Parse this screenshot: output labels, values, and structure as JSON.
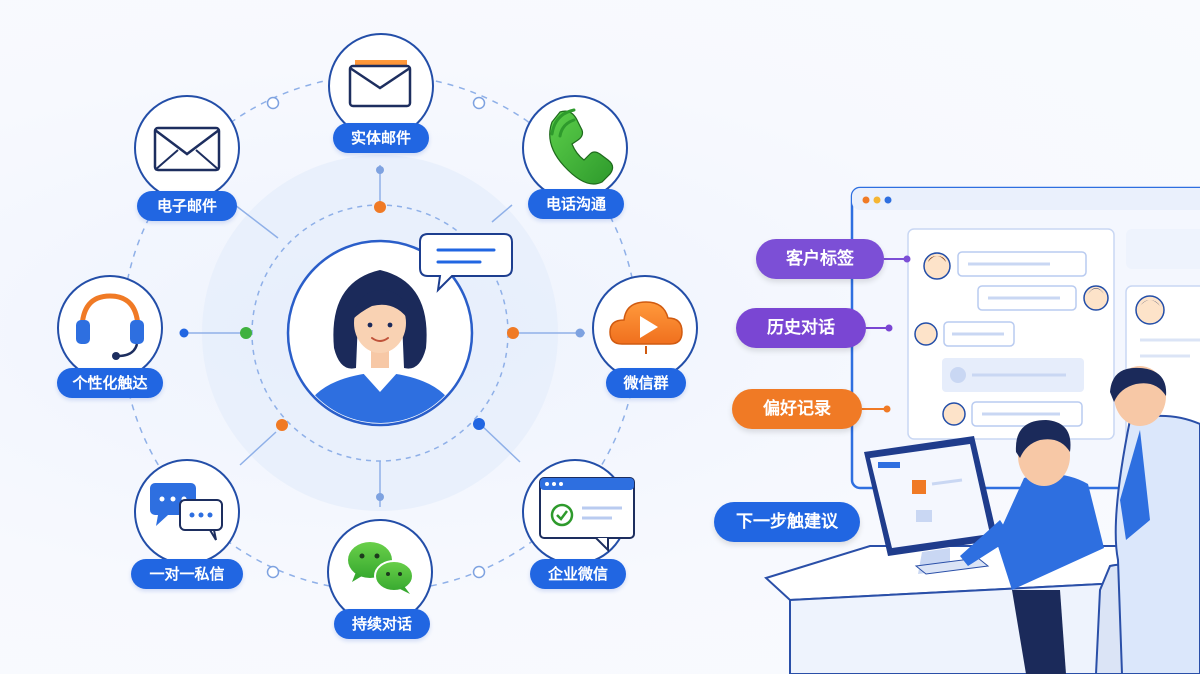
{
  "channels": [
    {
      "id": "physical-mail",
      "label": "实体邮件",
      "icon": "physical-mail-envelope-icon"
    },
    {
      "id": "phone",
      "label": "电话沟通",
      "icon": "phone-icon"
    },
    {
      "id": "wechat-group",
      "label": "微信群",
      "icon": "video-play-cloud-icon"
    },
    {
      "id": "wecom",
      "label": "企业微信",
      "icon": "enterprise-chat-window-icon"
    },
    {
      "id": "ongoing-chat",
      "label": "持续对话",
      "icon": "wechat-bubbles-icon"
    },
    {
      "id": "private-message",
      "label": "一对一私信",
      "icon": "chat-bubbles-icon"
    },
    {
      "id": "personalized-reach",
      "label": "个性化触达",
      "icon": "headset-icon"
    },
    {
      "id": "email",
      "label": "电子邮件",
      "icon": "email-envelope-icon"
    }
  ],
  "center": {
    "icon": "customer-avatar-icon",
    "bubble_icon": "speech-bubble-icon"
  },
  "workspace_tags": [
    {
      "id": "customer-tags",
      "label": "客户标签"
    },
    {
      "id": "chat-history",
      "label": "历史对话"
    },
    {
      "id": "preference-records",
      "label": "偏好记录"
    },
    {
      "id": "next-touchpoint",
      "label": "下一步触建议"
    }
  ],
  "colors": {
    "primary_blue": "#2166e2",
    "purple": "#7c4fd6",
    "orange": "#f07a25",
    "green": "#3fb13f",
    "navy": "#1a2a5e"
  }
}
